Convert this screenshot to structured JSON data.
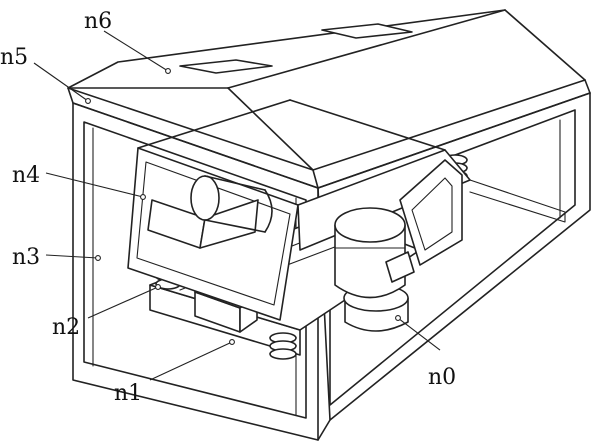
{
  "labels": {
    "n0": "n0",
    "n1": "n1",
    "n2": "n2",
    "n3": "n3",
    "n4": "n4",
    "n5": "n5",
    "n6": "n6"
  }
}
